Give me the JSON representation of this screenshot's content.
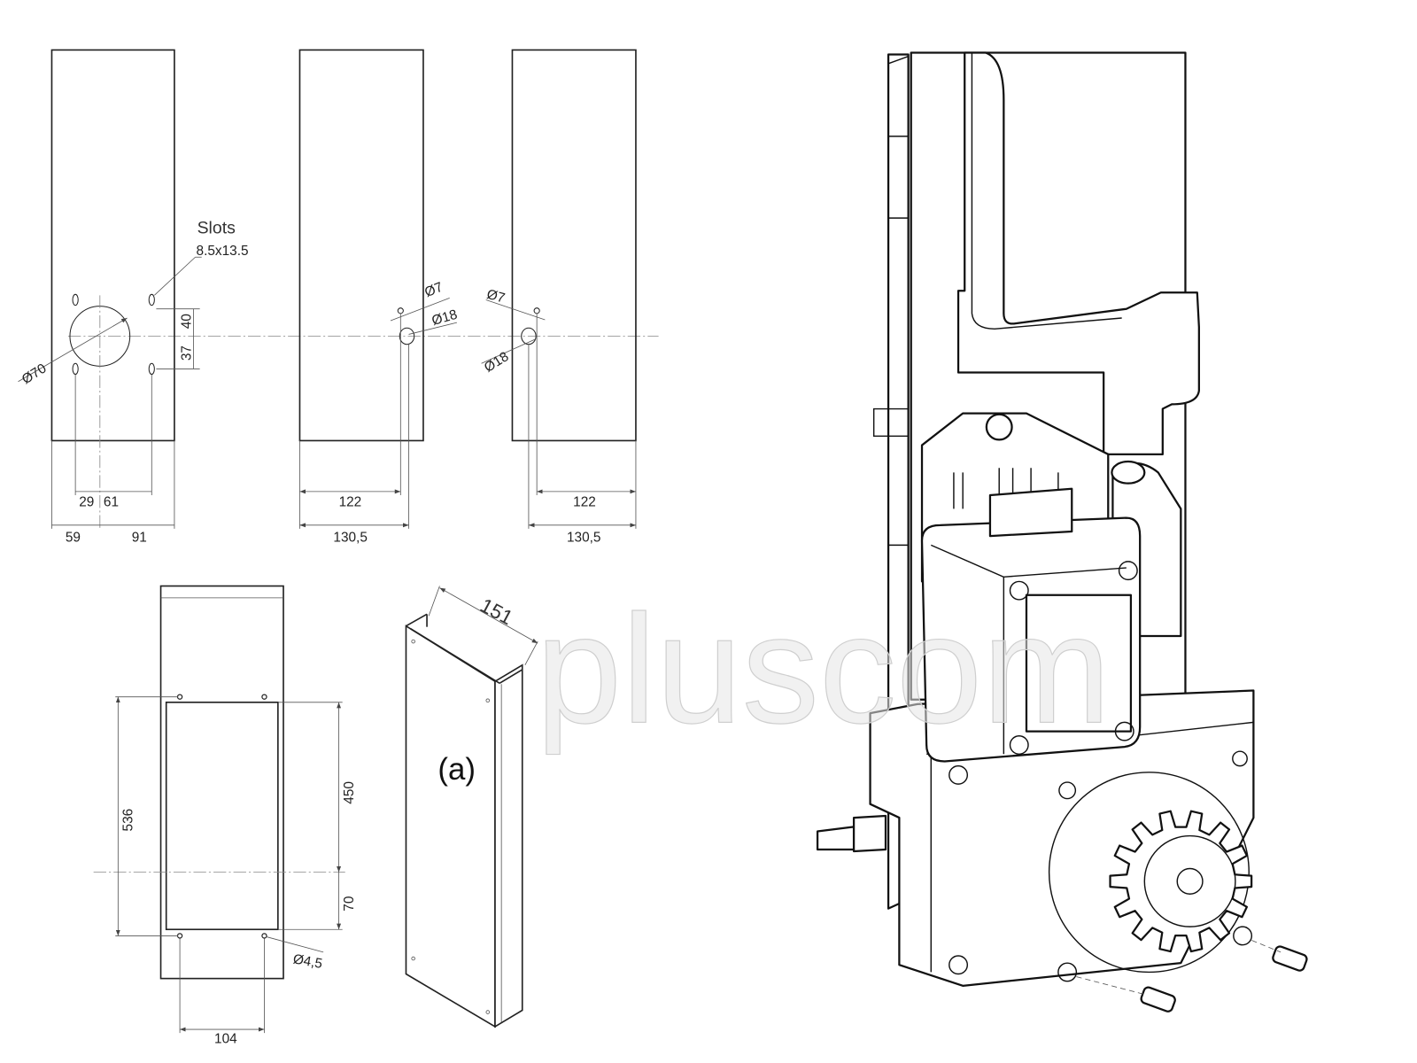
{
  "watermark": "pluscom",
  "panel_1": {
    "slots_label": "Slots",
    "slots_size": "8.5x13.5",
    "hole_diameter": "Ø70",
    "dim_vertical_top": "40",
    "dim_vertical_bottom": "37",
    "dim_inner_left": "29",
    "dim_inner_right": "61",
    "dim_outer_left": "59",
    "dim_outer_right": "91"
  },
  "panel_2": {
    "small_hole": "Ø7",
    "large_hole": "Ø18",
    "dim_inner": "122",
    "dim_outer": "130,5"
  },
  "panel_3": {
    "small_hole": "Ø7",
    "large_hole": "Ø18",
    "dim_inner": "122",
    "dim_outer": "130,5"
  },
  "panel_4": {
    "dim_height": "536",
    "dim_upper": "450",
    "dim_lower": "70",
    "hole_diameter": "Ø4,5",
    "dim_width": "104"
  },
  "cover": {
    "dim_width": "151",
    "label": "(a)"
  }
}
